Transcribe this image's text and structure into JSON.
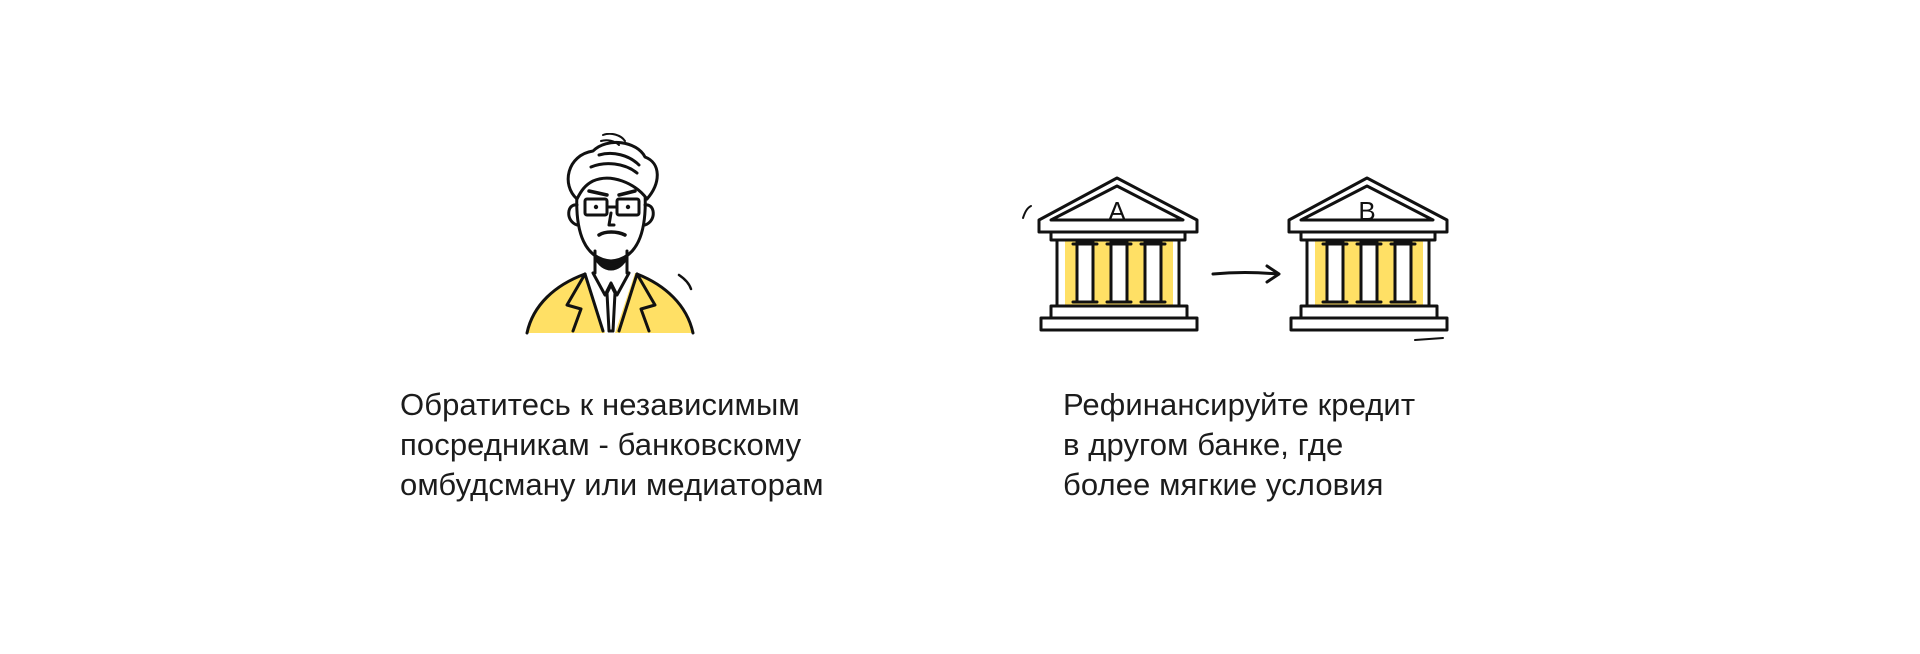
{
  "colors": {
    "accent": "#FFE065",
    "ink": "#111111",
    "text": "#1c1c1c",
    "background": "#ffffff"
  },
  "left_card": {
    "illustration": "person-with-glasses-icon",
    "caption_lines": [
      "Обратитесь к независимым",
      "посредникам - банковскому",
      "омбудсману или медиаторам"
    ]
  },
  "right_card": {
    "illustration": "bank-transfer-icon",
    "bank_a_label": "A",
    "bank_b_label": "B",
    "caption_lines": [
      "Рефинансируйте кредит",
      "в другом банке, где",
      "более мягкие условия"
    ]
  }
}
